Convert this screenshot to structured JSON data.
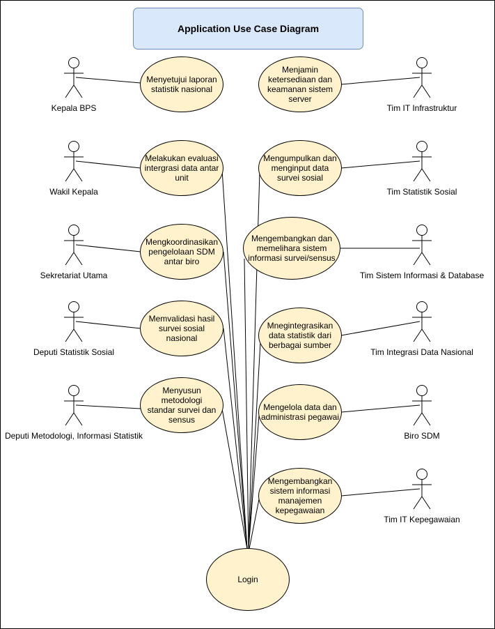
{
  "title": "Application Use Case Diagram",
  "actors": [
    {
      "id": "kepala",
      "label": "Kepala BPS"
    },
    {
      "id": "wakil",
      "label": "Wakil Kepala"
    },
    {
      "id": "sekretariat",
      "label": "Sekretariat Utama"
    },
    {
      "id": "deputi_sosial",
      "label": "Deputi Statistik Sosial"
    },
    {
      "id": "deputi_metodologi",
      "label": "Deputi Metodologi, Informasi Statistik"
    },
    {
      "id": "tim_infra",
      "label": "Tim IT Infrastruktur"
    },
    {
      "id": "tim_sosial",
      "label": "Tim Statistik Sosial"
    },
    {
      "id": "tim_sidb",
      "label": "Tim Sistem Informasi & Database"
    },
    {
      "id": "tim_integrasi",
      "label": "Tim Integrasi Data Nasional"
    },
    {
      "id": "biro_sdm",
      "label": "Biro SDM"
    },
    {
      "id": "tim_kepeg",
      "label": "Tim IT Kepegawaian"
    }
  ],
  "use_cases": [
    {
      "id": "uc_laporan",
      "label": "Menyetujui laporan\nstatistik nasional"
    },
    {
      "id": "uc_evaluasi",
      "label": "Melakukan evaluasi\nintergrasi data antar\nunit"
    },
    {
      "id": "uc_sdm",
      "label": "Mengkoordinasikan\npengelolaan SDM\nantar biro"
    },
    {
      "id": "uc_validasi",
      "label": "Memvalidasi hasil\nsurvei sosial nasional"
    },
    {
      "id": "uc_metodologi",
      "label": "Menyusun metodologi\nstandar survei dan\nsensus"
    },
    {
      "id": "uc_server",
      "label": "Menjamin\nketersediaan dan\nkeamanan sistem\nserver"
    },
    {
      "id": "uc_input",
      "label": "Mengumpulkan dan\nmenginput data\nsurvei sosial"
    },
    {
      "id": "uc_sistem",
      "label": "Mengembangkan dan\nmemelihara sistem\ninformasi survei/sensus"
    },
    {
      "id": "uc_integrasi",
      "label": "Mnegintegrasikan\ndata statistik dari\nberbagai sumber"
    },
    {
      "id": "uc_pegawai",
      "label": "Mengelola data dan\nadministrasi pegawai"
    },
    {
      "id": "uc_kepeg",
      "label": "Mengembangkan\nsistem informasi\nmanajemen\nkepegawaian"
    },
    {
      "id": "uc_login",
      "label": "Login"
    }
  ],
  "associations": [
    [
      "kepala",
      "uc_laporan"
    ],
    [
      "wakil",
      "uc_evaluasi"
    ],
    [
      "sekretariat",
      "uc_sdm"
    ],
    [
      "deputi_sosial",
      "uc_validasi"
    ],
    [
      "deputi_metodologi",
      "uc_metodologi"
    ],
    [
      "tim_infra",
      "uc_server"
    ],
    [
      "tim_sosial",
      "uc_input"
    ],
    [
      "tim_sidb",
      "uc_sistem"
    ],
    [
      "tim_integrasi",
      "uc_integrasi"
    ],
    [
      "biro_sdm",
      "uc_pegawai"
    ],
    [
      "tim_kepeg",
      "uc_kepeg"
    ],
    [
      "uc_evaluasi",
      "uc_login"
    ],
    [
      "uc_sdm",
      "uc_login"
    ],
    [
      "uc_validasi",
      "uc_login"
    ],
    [
      "uc_metodologi",
      "uc_login"
    ],
    [
      "uc_input",
      "uc_login"
    ],
    [
      "uc_sistem",
      "uc_login"
    ],
    [
      "uc_integrasi",
      "uc_login"
    ],
    [
      "uc_pegawai",
      "uc_login"
    ],
    [
      "uc_kepeg",
      "uc_login"
    ]
  ],
  "colors": {
    "title_fill": "#dae8fc",
    "title_stroke": "#6c8ebf",
    "use_case_fill": "#fff2cc",
    "stroke": "#000000"
  }
}
